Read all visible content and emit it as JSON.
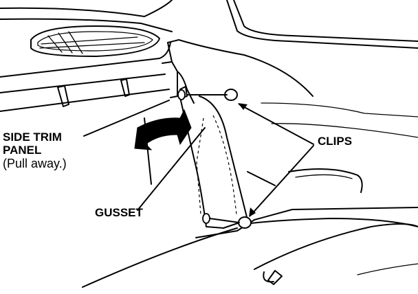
{
  "labels": {
    "side_trim_line1": "SIDE TRIM",
    "side_trim_line2": "PANEL",
    "side_trim_note": "(Pull away.)",
    "clips": "CLIPS",
    "gusset": "GUSSET"
  },
  "colors": {
    "ink": "#000000",
    "background": "#ffffff"
  },
  "icons": [
    "pull-direction-arrow-icon",
    "clip-icon"
  ]
}
